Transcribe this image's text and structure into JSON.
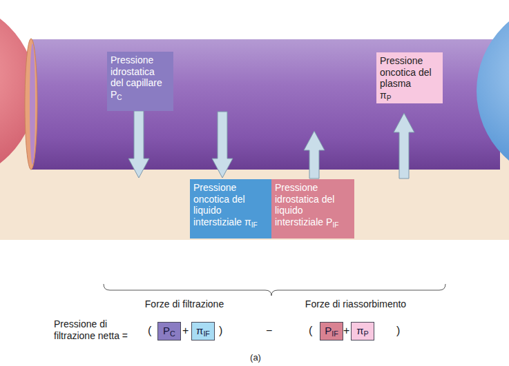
{
  "diagram": {
    "nodes": [
      {
        "text": [
          "Pressione idrostatica del capillare",
          "PC"
        ]
      },
      {
        "text": [
          "Pressione oncotica del plasma",
          "πP"
        ]
      },
      {
        "text": [
          "Pressione oncotica del liquido interstiziale",
          "πIF"
        ]
      },
      {
        "text": [
          "Pressione idrostatica del liquido interstiziale",
          "PIF"
        ]
      },
      {
        "text": [
          "PC"
        ]
      },
      {
        "text": [
          "πIF"
        ]
      },
      {
        "text": [
          "PIF"
        ]
      },
      {
        "text": [
          "πP"
        ]
      }
    ],
    "labels": [
      "Forze di filtrazione",
      "Forze di riassorbimento",
      "Pressione di filtrazione netta =",
      "(",
      "+",
      ")",
      "−",
      "(",
      "+",
      ")",
      "(a)"
    ]
  }
}
